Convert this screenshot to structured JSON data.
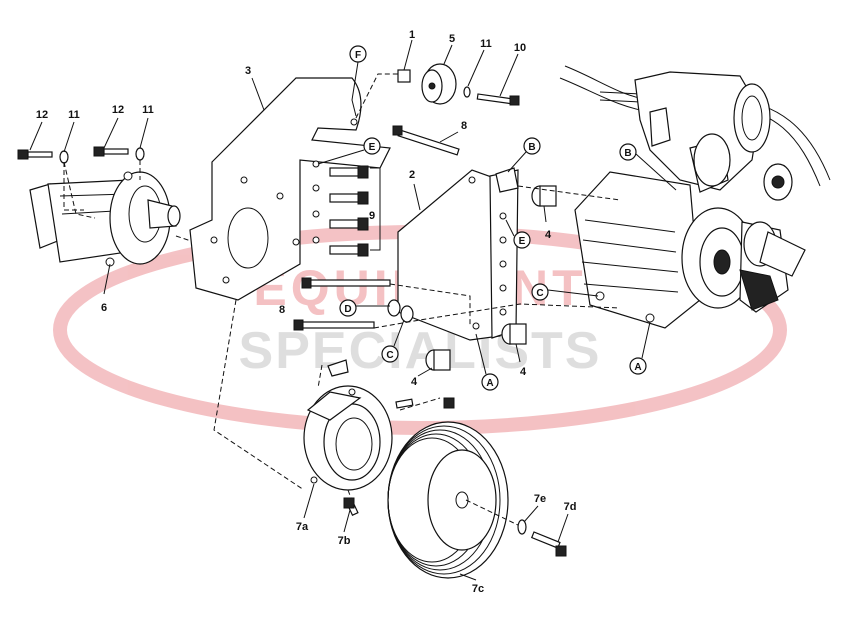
{
  "watermark": {
    "line1": "EQUIPMENT",
    "line2": "SPECIALISTS",
    "red": "#d9232d",
    "gray": "#8c8c8c"
  },
  "part_labels": {
    "p1": "1",
    "p5": "5",
    "p11_top": "11",
    "p10": "10",
    "p3": "3",
    "p8_top": "8",
    "p2": "2",
    "p12_a": "12",
    "p11_a": "11",
    "p12_b": "12",
    "p11_b": "11",
    "p9": "9",
    "p6": "6",
    "p4_right": "4",
    "p8_left": "8",
    "p4_mid": "4",
    "p4_low": "4",
    "p7a": "7a",
    "p7b": "7b",
    "p7c": "7c",
    "p7d": "7d",
    "p7e": "7e"
  },
  "callouts": {
    "F": "F",
    "E_plate": "E",
    "B_bracket": "B",
    "E_bracket": "E",
    "D": "D",
    "C_left": "C",
    "A_bracket": "A",
    "B_engine": "B",
    "C_engine": "C",
    "A_engine": "A"
  }
}
